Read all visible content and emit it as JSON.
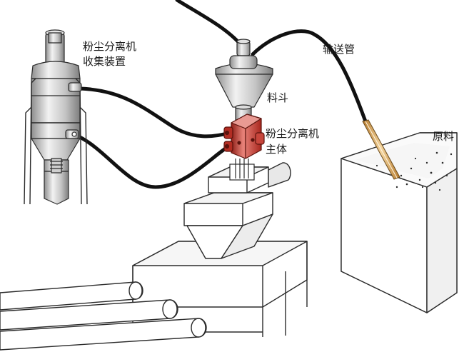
{
  "labels": {
    "collector_line1": "粉尘分离机",
    "collector_line2": "收集装置",
    "conveying_pipe": "输送管",
    "hopper": "料斗",
    "separator_line1": "粉尘分离机",
    "separator_line2": "主体",
    "raw_material": "原料"
  },
  "colors": {
    "line": "#2b2b2b",
    "hose": "#111111",
    "metal_light": "#e6e6e6",
    "metal_mid": "#b8b8b8",
    "metal_dark": "#7a7a7a",
    "separator_red": "#c0392b",
    "wand": "#d9a85b"
  }
}
